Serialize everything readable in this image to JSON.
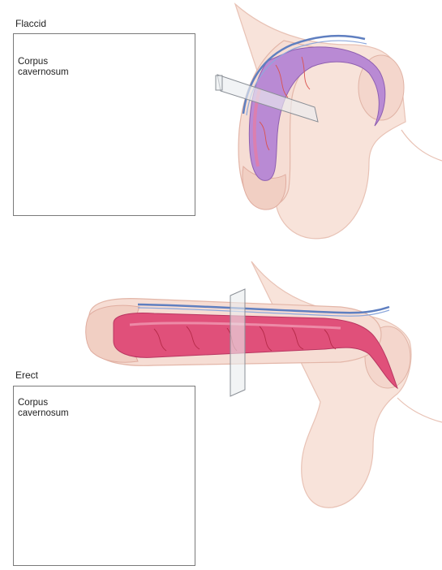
{
  "panels": {
    "flaccid": {
      "state_label": "Flaccid",
      "callout_line1": "Corpus",
      "callout_line2": "cavernosum"
    },
    "erect": {
      "state_label": "Erect",
      "callout_line1": "Corpus",
      "callout_line2": "cavernosum"
    }
  },
  "colors": {
    "skin": "#f6ddd4",
    "skin_outline": "#e8bcb0",
    "flaccid_tissue": "#b98ad4",
    "erect_tissue": "#e0507a",
    "vein": "#5f7fc0",
    "nerve": "#f0d060",
    "frame": "#7a7a7a"
  }
}
